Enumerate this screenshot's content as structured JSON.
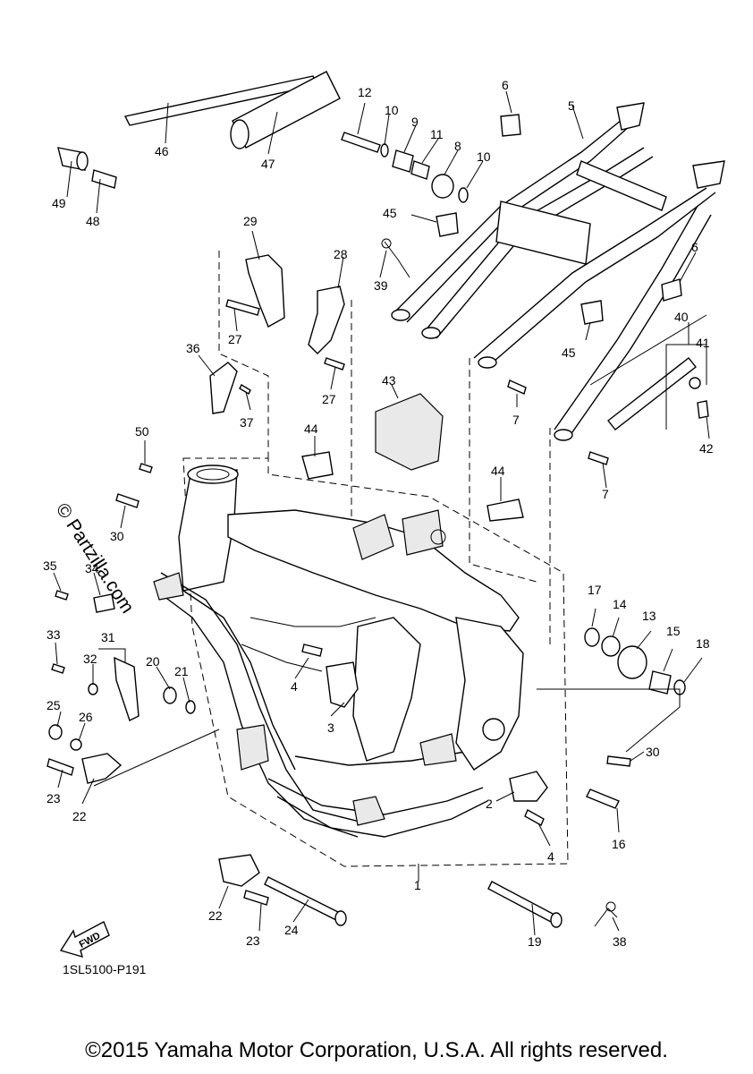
{
  "diagram": {
    "figure_code": "1SL5100-P191",
    "watermark": "© Partzilla.com",
    "fwd_label": "FWD",
    "copyright": "©2015 Yamaha Motor Corporation, U.S.A. All rights reserved.",
    "callouts": [
      "1",
      "2",
      "3",
      "4",
      "4",
      "5",
      "6",
      "6",
      "7",
      "7",
      "8",
      "9",
      "10",
      "10",
      "11",
      "12",
      "13",
      "14",
      "15",
      "16",
      "17",
      "18",
      "19",
      "20",
      "21",
      "22",
      "22",
      "23",
      "23",
      "24",
      "25",
      "26",
      "27",
      "27",
      "28",
      "29",
      "30",
      "30",
      "31",
      "32",
      "33",
      "34",
      "35",
      "36",
      "37",
      "38",
      "39",
      "40",
      "41",
      "42",
      "43",
      "44",
      "44",
      "45",
      "45",
      "46",
      "47",
      "48",
      "49",
      "50"
    ]
  }
}
